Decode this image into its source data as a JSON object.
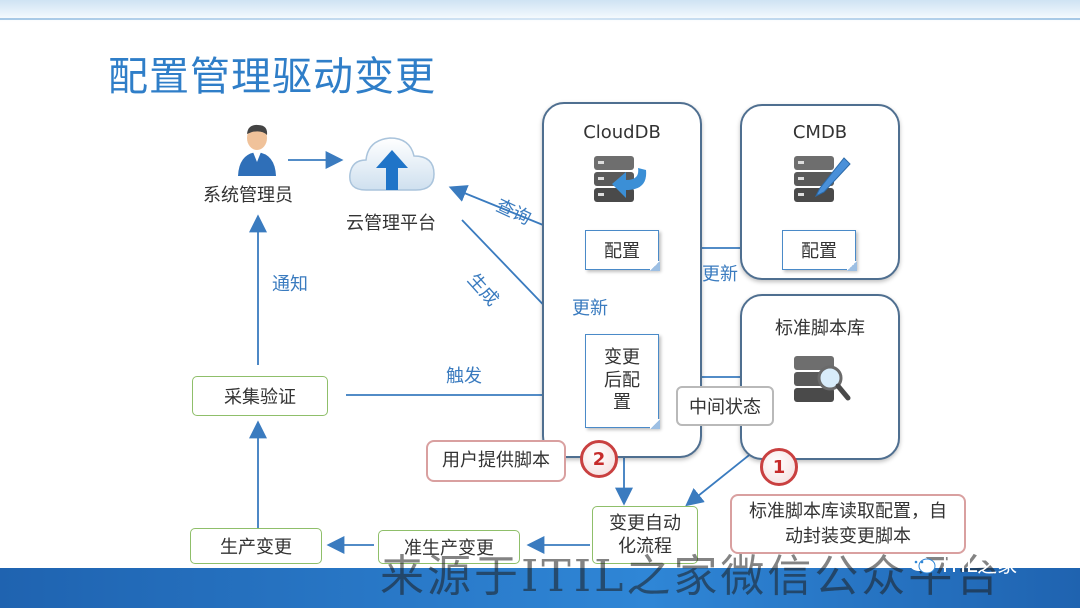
{
  "title": "配置管理驱动变更",
  "nodes": {
    "admin": "系统管理员",
    "cloud_platform": "云管理平台",
    "collect_verify": "采集验证",
    "production_change": "生产变更",
    "pre_production_change": "准生产变更",
    "auto_flow": "变更自动化流程"
  },
  "panels": {
    "clouddb": {
      "title": "CloudDB",
      "config_doc": "配置",
      "changed_doc": "变更后配置"
    },
    "cmdb": {
      "title": "CMDB",
      "config_doc": "配置"
    },
    "script_lib": {
      "title": "标准脚本库"
    }
  },
  "edge_labels": {
    "query": "查询",
    "generate": "生成",
    "update_left": "更新",
    "update_right": "更新",
    "notify": "通知",
    "trigger": "触发",
    "intermediate": "中间状态"
  },
  "callouts": {
    "user_script": "用户提供脚本",
    "user_script_num": "2",
    "lib_read": "标准脚本库读取配置，自动封装变更脚本",
    "lib_read_num": "1"
  },
  "watermark": "来源于ITIL之家微信公众平台",
  "wechat_account": "ITIL之家",
  "colors": {
    "title": "#2f7ec8",
    "arrow": "#3a7bbf",
    "panel_border": "#4f6f90",
    "green_box": "#8fbf6a",
    "red_box": "#d9a0a0",
    "bottom_bar": "#2f86d6"
  }
}
